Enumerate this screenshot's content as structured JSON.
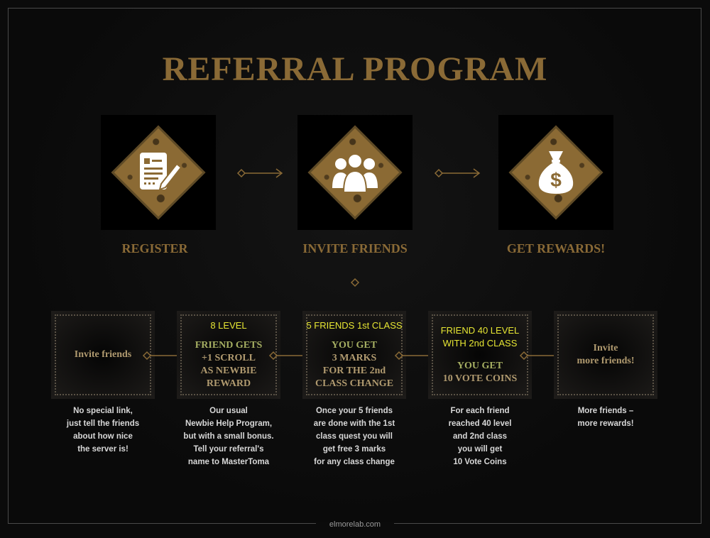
{
  "title": "REFERRAL PROGRAM",
  "steps": [
    {
      "label": "REGISTER",
      "icon": "document-pen-icon"
    },
    {
      "label": "INVITE FRIENDS",
      "icon": "people-group-icon"
    },
    {
      "label": "GET REWARDS!",
      "icon": "money-bag-icon"
    }
  ],
  "boxes": [
    {
      "line1": "Invite friends",
      "desc": [
        "No special link,",
        "just tell the friends",
        "about how nice",
        "the server is!"
      ]
    },
    {
      "header": "8 LEVEL",
      "reward_lines": [
        "FRIEND GETS",
        "+1 SCROLL",
        "AS NEWBIE",
        "REWARD"
      ],
      "desc": [
        "Our usual",
        "Newbie Help Program,",
        "but with a small bonus.",
        "Tell your referral's",
        "name to MasterToma"
      ]
    },
    {
      "header": "5 FRIENDS 1st CLASS",
      "reward_lines": [
        "YOU GET",
        "3 MARKS",
        "FOR THE 2nd",
        "CLASS CHANGE"
      ],
      "desc": [
        "Once your 5 friends",
        "are done with the 1st",
        "class quest you will",
        "get free 3 marks",
        "for any class change"
      ]
    },
    {
      "header_lines": [
        "FRIEND 40 LEVEL",
        "WITH 2nd CLASS"
      ],
      "reward_lines": [
        "YOU GET",
        "10 VOTE COINS"
      ],
      "desc": [
        "For each friend",
        "reached 40 level",
        "and 2nd class",
        "you will get",
        "10 Vote Coins"
      ]
    },
    {
      "lines": [
        "Invite",
        "more friends!"
      ],
      "desc": [
        "More friends –",
        "more rewards!"
      ]
    }
  ],
  "footer": "elmorelab.com",
  "colors": {
    "gold": "#8a6a36",
    "yellow": "#e6e633",
    "green": "#a5ae62",
    "background": "#0b0b0b"
  }
}
